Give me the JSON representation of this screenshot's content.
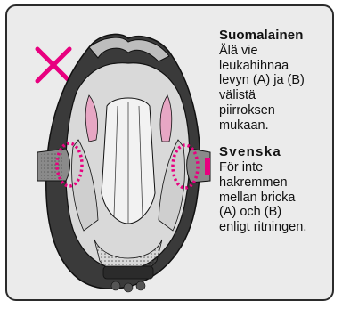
{
  "illustration": {
    "forbidden_mark_color": "#e8007f",
    "highlight_ring_color": "#e8007f",
    "icons": [
      "cross-mark-icon",
      "helmet-top-view"
    ]
  },
  "finnish": {
    "title": "Suomalainen",
    "lines": [
      "Älä vie",
      "leukahihnaa",
      "levyn (A) ja (B)",
      "välistä",
      "piirroksen",
      "mukaan."
    ]
  },
  "swedish": {
    "title": "Svenska",
    "lines": [
      "För inte",
      "hakremmen",
      "mellan bricka",
      "(A) och (B)",
      "enligt ritningen."
    ]
  }
}
